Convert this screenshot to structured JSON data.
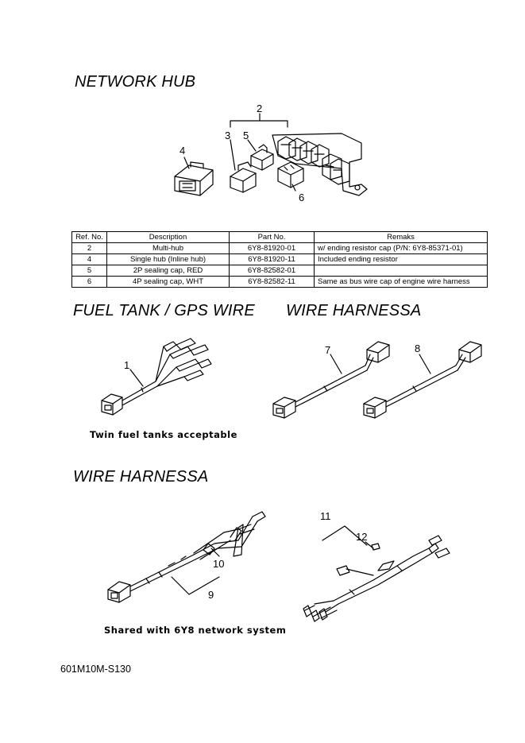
{
  "sections": {
    "network_hub": "NETWORK HUB",
    "fuel_tank": "FUEL TANK / GPS WIRE",
    "wire_harness_a": "WIRE HARNESSA",
    "wire_harness_b": "WIRE HARNESSA"
  },
  "table": {
    "headers": [
      "Ref. No.",
      "Description",
      "Part No.",
      "Remaks"
    ],
    "rows": [
      [
        "2",
        "Multi-hub",
        "6Y8-81920-01",
        "w/ ending resistor cap (P/N: 6Y8-85371-01)"
      ],
      [
        "4",
        "Single hub (Inline hub)",
        "6Y8-81920-11",
        "Included ending resistor"
      ],
      [
        "5",
        "2P sealing cap, RED",
        "6Y8-82582-01",
        ""
      ],
      [
        "6",
        "4P sealing cap, WHT",
        "6Y8-82582-11",
        "Same as bus wire cap of engine wire harness"
      ]
    ]
  },
  "refs": {
    "r1": "1",
    "r2": "2",
    "r3": "3",
    "r4": "4",
    "r5": "5",
    "r6": "6",
    "r7": "7",
    "r8": "8",
    "r9": "9",
    "r10": "10",
    "r11": "11",
    "r12": "12"
  },
  "captions": {
    "twin_fuel": "Twin fuel tanks acceptable",
    "shared": "Shared with 6Y8 network system"
  },
  "footer_code": "601M10M-S130"
}
